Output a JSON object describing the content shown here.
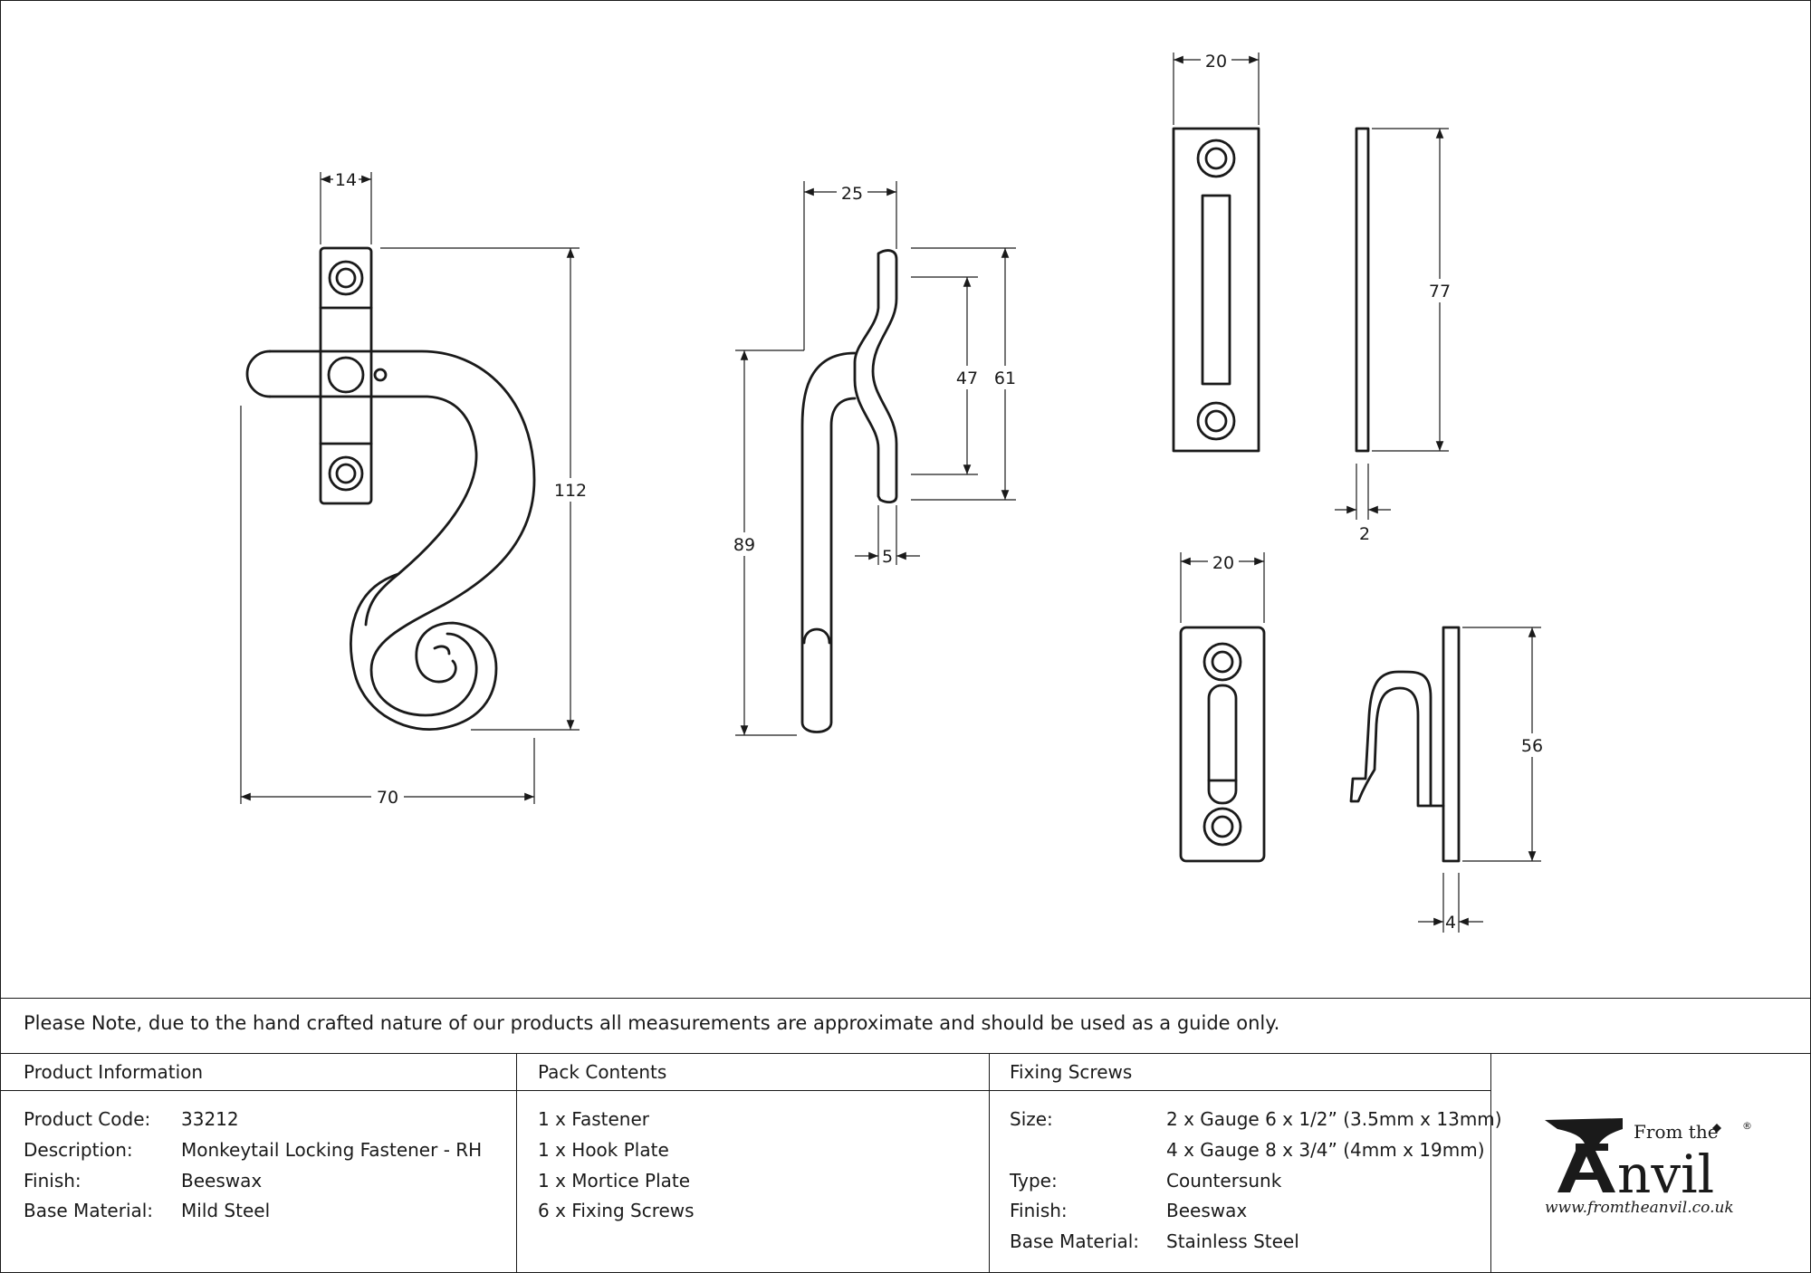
{
  "dimensions": {
    "fastener_width": "14",
    "fastener_height": "112",
    "fastener_length": "70",
    "side_projection": "25",
    "side_height": "89",
    "hook_inner": "47",
    "hook_outer": "61",
    "hook_thickness": "5",
    "mortice_width": "20",
    "mortice_height": "77",
    "mortice_thickness": "2",
    "hookplate_width": "20",
    "hookplate_height": "56",
    "hookplate_thickness": "4"
  },
  "note": "Please Note, due to the hand crafted nature of our products all measurements are approximate and should be used as a guide only.",
  "product_info": {
    "heading": "Product Information",
    "rows": [
      {
        "label": "Product Code:",
        "value": "33212"
      },
      {
        "label": "Description:",
        "value": "Monkeytail Locking Fastener - RH"
      },
      {
        "label": "Finish:",
        "value": "Beeswax"
      },
      {
        "label": "Base Material:",
        "value": "Mild Steel"
      }
    ]
  },
  "pack_contents": {
    "heading": "Pack Contents",
    "items": [
      "1 x Fastener",
      "1 x Hook Plate",
      "1 x Mortice Plate",
      "6 x Fixing Screws"
    ]
  },
  "fixing_screws": {
    "heading": "Fixing Screws",
    "rows": [
      {
        "label": "Size:",
        "value": "2 x Gauge 6 x 1/2” (3.5mm x 13mm)"
      },
      {
        "label": "",
        "value": "4 x Gauge 8 x 3/4” (4mm x 19mm)"
      },
      {
        "label": "Type:",
        "value": "Countersunk"
      },
      {
        "label": "Finish:",
        "value": "Beeswax"
      },
      {
        "label": "Base Material:",
        "value": "Stainless Steel"
      }
    ]
  },
  "logo": {
    "from_the": "From the",
    "brand": "Anvil",
    "registered": "®",
    "url": "www.fromtheanvil.co.uk"
  },
  "colors": {
    "line": "#1a1a1a",
    "background": "#ffffff"
  }
}
